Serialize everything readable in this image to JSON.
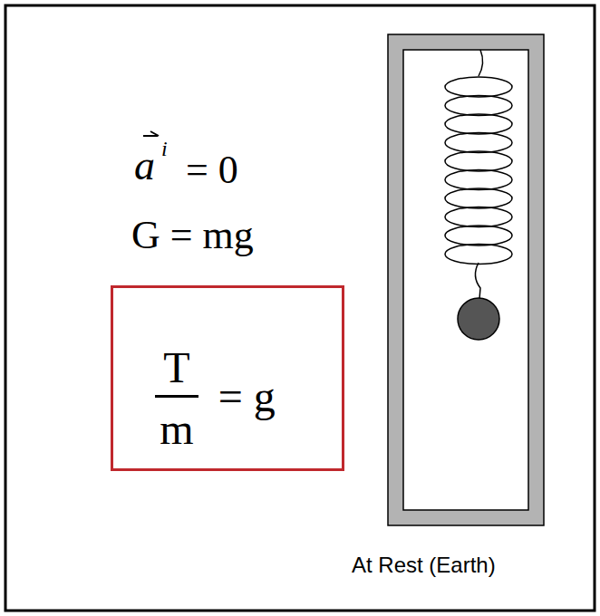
{
  "diagram": {
    "nodes": [
      {
        "text": [
          "T",
          "m",
          "= g"
        ]
      }
    ],
    "labels": [
      "a",
      "i",
      "= 0",
      "G = mg",
      "At Rest (Earth)"
    ]
  }
}
